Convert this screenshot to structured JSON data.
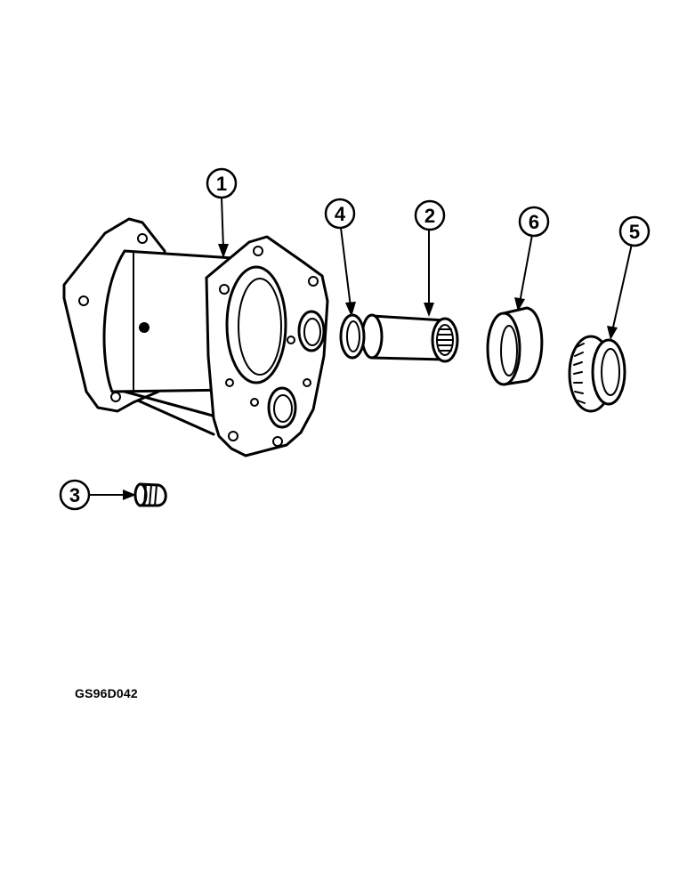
{
  "figure_code": "GS96D042",
  "callouts": [
    {
      "id": "1",
      "label": "1"
    },
    {
      "id": "2",
      "label": "2"
    },
    {
      "id": "3",
      "label": "3"
    },
    {
      "id": "4",
      "label": "4"
    },
    {
      "id": "5",
      "label": "5"
    },
    {
      "id": "6",
      "label": "6"
    }
  ],
  "colors": {
    "ink": "#000000",
    "paper": "#ffffff"
  }
}
